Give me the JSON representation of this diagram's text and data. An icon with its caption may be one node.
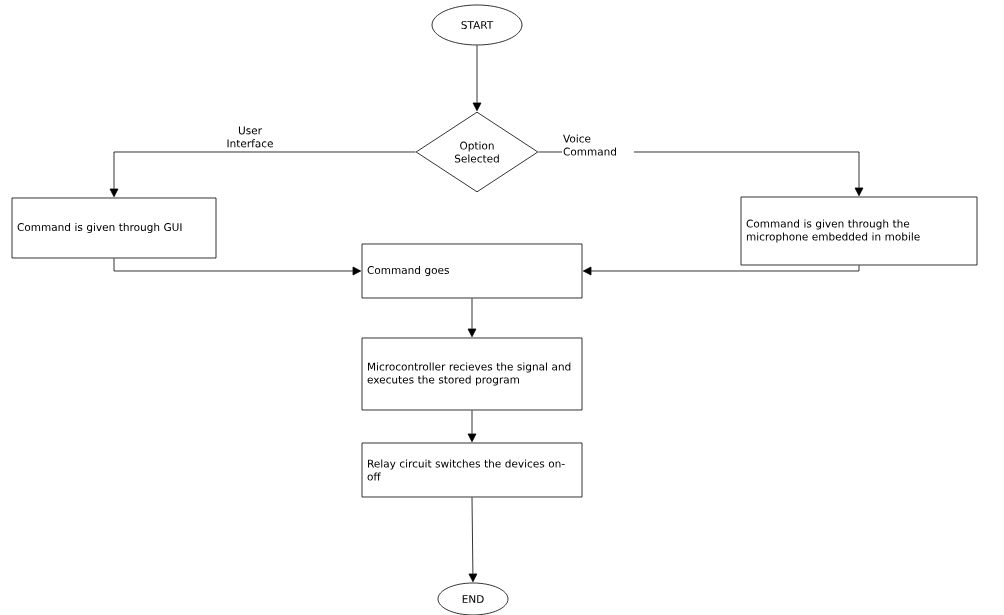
{
  "diagram": {
    "nodes": [
      {
        "text": [
          "START"
        ]
      },
      {
        "text": [
          "Option Selected"
        ]
      },
      {
        "text": [
          "Command is given through GUI"
        ]
      },
      {
        "text": [
          "Command is given through the microphone embedded in mobile"
        ]
      },
      {
        "text": [
          "Command goes"
        ]
      },
      {
        "text": [
          "Microcontroller recieves the signal and executes the stored program"
        ]
      },
      {
        "text": [
          "Relay circuit switches the devices on-off"
        ]
      },
      {
        "text": [
          "END"
        ]
      }
    ],
    "edges": [
      {
        "from": 0,
        "to": 1,
        "arrow": "to"
      },
      {
        "from": 1,
        "to": 2,
        "arrow": "to",
        "label": "User Interface"
      },
      {
        "from": 1,
        "to": 3,
        "arrow": "to",
        "label": "Voice Command"
      },
      {
        "from": 2,
        "to": 4,
        "arrow": "to"
      },
      {
        "from": 3,
        "to": 4,
        "arrow": "to"
      },
      {
        "from": 4,
        "to": 5,
        "arrow": "to"
      },
      {
        "from": 5,
        "to": 6,
        "arrow": "to"
      },
      {
        "from": 6,
        "to": 7,
        "arrow": "to"
      }
    ]
  }
}
